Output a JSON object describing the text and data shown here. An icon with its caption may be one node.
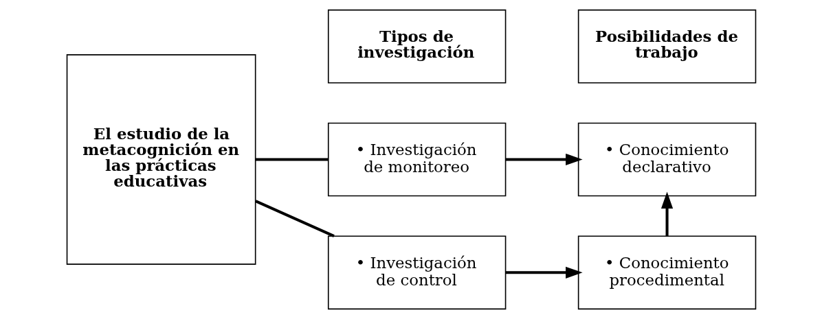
{
  "diagram": {
    "nodes": [
      {
        "text": [
          "El estudio de la metacognición en las prácticas educativas"
        ]
      },
      {
        "text": [
          "Tipos de investigación"
        ]
      },
      {
        "text": [
          "Posibilidades de trabajo"
        ]
      },
      {
        "text": [
          "• Investigación de monitoreo"
        ]
      },
      {
        "text": [
          "• Conocimiento declarativo"
        ]
      },
      {
        "text": [
          "• Investigación de control"
        ]
      },
      {
        "text": [
          "• Conocimiento procedimental"
        ]
      }
    ],
    "edges": [
      {
        "from": 0,
        "to": 3,
        "arrow": "none"
      },
      {
        "from": 0,
        "to": 5,
        "arrow": "none"
      },
      {
        "from": 3,
        "to": 4,
        "arrow": "to"
      },
      {
        "from": 5,
        "to": 6,
        "arrow": "to"
      },
      {
        "from": 6,
        "to": 4,
        "arrow": "to"
      }
    ]
  }
}
